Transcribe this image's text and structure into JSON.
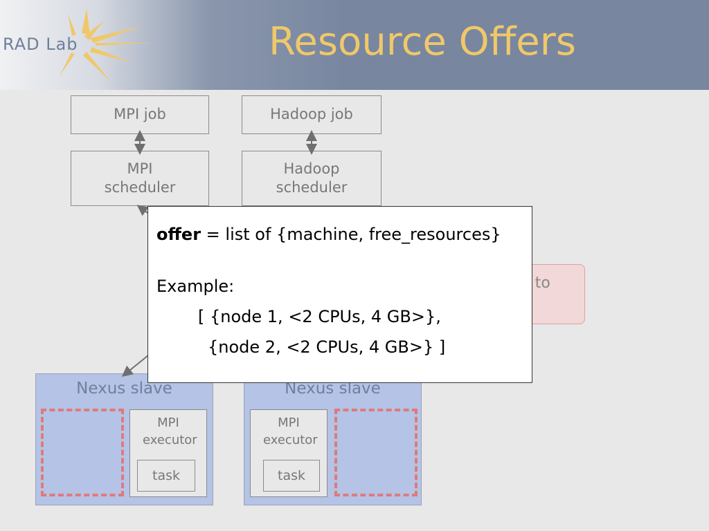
{
  "header": {
    "logo_text": "RAD Lab",
    "title": "Resource Offers",
    "title_color": "#f0c86a",
    "band_color": "#7886a0"
  },
  "frameworks": [
    {
      "job": "MPI job",
      "scheduler": "MPI scheduler"
    },
    {
      "job": "Hadoop job",
      "scheduler": "Hadoop scheduler"
    }
  ],
  "pick_box": {
    "partial_text": "k to"
  },
  "callout": {
    "term": "offer",
    "definition": " = list of {machine, free_resources}",
    "example_label": "Example:",
    "example_line_1": "[ {node 1, <2 CPUs, 4 GB>},",
    "example_line_2": "{node 2, <2 CPUs, 4 GB>} ]"
  },
  "slaves": [
    {
      "label": "Nexus slave",
      "executor": "MPI executor",
      "task": "task"
    },
    {
      "label": "Nexus slave",
      "executor": "MPI executor",
      "task": "task"
    }
  ],
  "colors": {
    "slave_fill": "#b4c3e6",
    "free_resource_outline": "#e07a7a",
    "background": "#e8e8e8"
  }
}
